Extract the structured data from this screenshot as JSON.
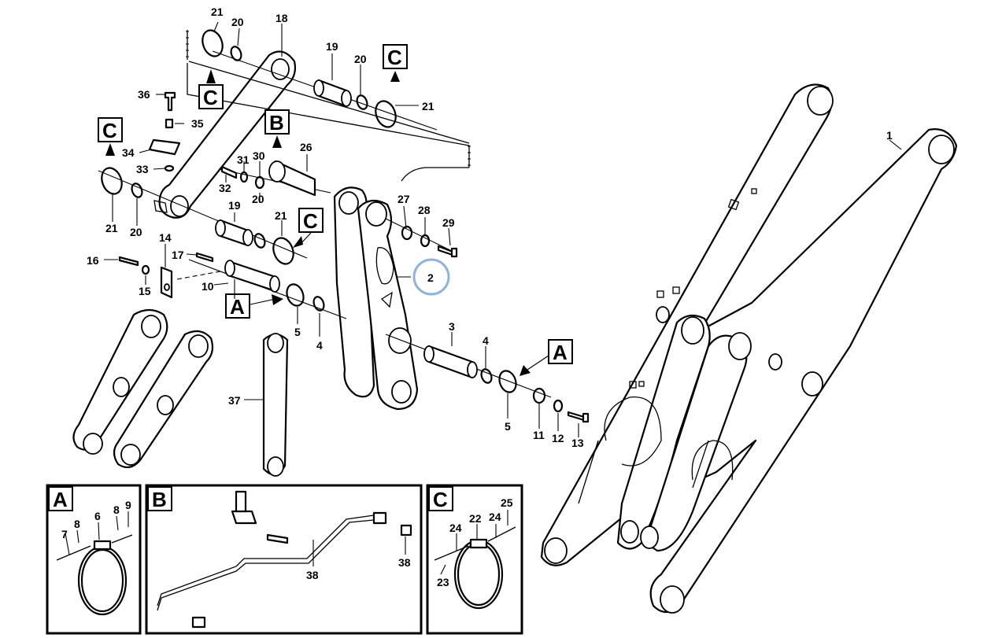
{
  "diagram": {
    "highlight_color": "#8fb3d9",
    "callouts": [
      "1",
      "2",
      "3",
      "4",
      "5",
      "6",
      "7",
      "8",
      "9",
      "10",
      "11",
      "12",
      "13",
      "14",
      "15",
      "16",
      "17",
      "18",
      "19",
      "20",
      "21",
      "22",
      "23",
      "24",
      "25",
      "26",
      "27",
      "28",
      "29",
      "30",
      "31",
      "32",
      "33",
      "34",
      "35",
      "36",
      "37",
      "38"
    ],
    "detail_refs": [
      "A",
      "B",
      "C"
    ]
  }
}
